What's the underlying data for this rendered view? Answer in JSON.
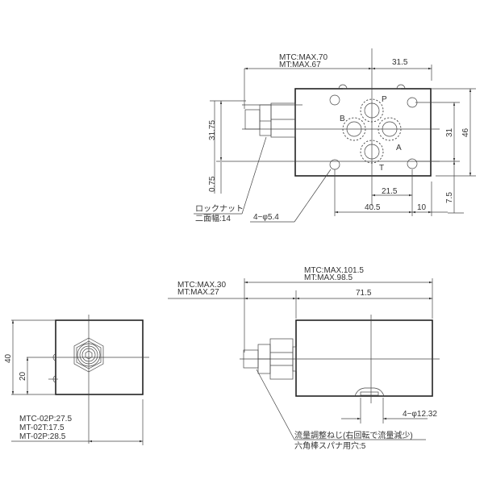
{
  "top_view": {
    "overall_length_mtc": "MTC:MAX.70",
    "overall_length_mt": "MT:MAX.67",
    "dim_31_5": "31.5",
    "dim_31_75": "31.75",
    "dim_0_75": "0.75",
    "dim_31": "31",
    "dim_46": "46",
    "dim_7_5": "7.5",
    "dim_21_5": "21.5",
    "dim_40_5": "40.5",
    "dim_10": "10",
    "port_p": "P",
    "port_b": "B",
    "port_a": "A",
    "port_t": "T",
    "locknut_label_line1": "ロックナット",
    "locknut_label_line2": "二面幅:14",
    "mounting_holes": "4−φ5.4"
  },
  "front_view": {
    "dim_40": "40",
    "dim_20": "20",
    "offset_mtc_02p": "MTC-02P:27.5",
    "offset_mt_02t": "MT-02T:17.5",
    "offset_mt_02p": "MT-02P:28.5"
  },
  "side_view": {
    "overall_mtc": "MTC:MAX.101.5",
    "overall_mt": "MT:MAX.98.5",
    "protrusion_mtc": "MTC:MAX.30",
    "protrusion_mt": "MT:MAX.27",
    "body_length": "71.5",
    "oring_holes": "4−φ12.32",
    "adjust_screw_line1": "流量調整ねじ(右回転で流量減少)",
    "adjust_screw_line2": "六角棒スパナ用穴:5"
  }
}
